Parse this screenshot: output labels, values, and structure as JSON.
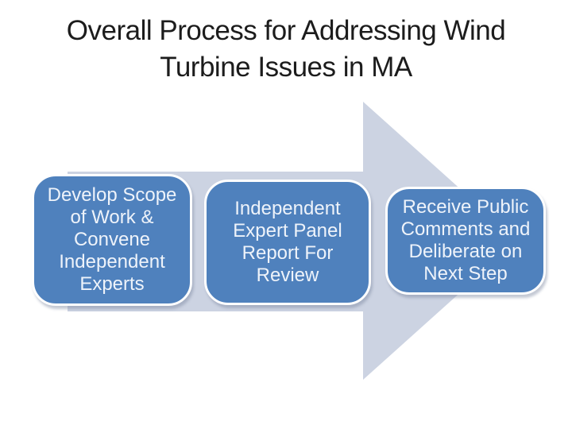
{
  "slide": {
    "title": "Overall Process for Addressing Wind\nTurbine Issues in MA",
    "process": {
      "type": "horizontal-arrow-process",
      "direction": "left-to-right",
      "steps": [
        {
          "label": "Develop Scope\nof Work &\nConvene\nIndependent\nExperts"
        },
        {
          "label": "Independent\nExpert Panel\nReport For\nReview"
        },
        {
          "label": "Receive Public\nComments and\nDeliberate on\nNext Step"
        }
      ]
    },
    "colors": {
      "step_fill": "#4f81bd",
      "step_border": "#ffffff",
      "step_text": "#eef3fa",
      "arrow_fill": "#ccd3e2",
      "title_text": "#1c1c1c",
      "background": "#ffffff"
    }
  }
}
